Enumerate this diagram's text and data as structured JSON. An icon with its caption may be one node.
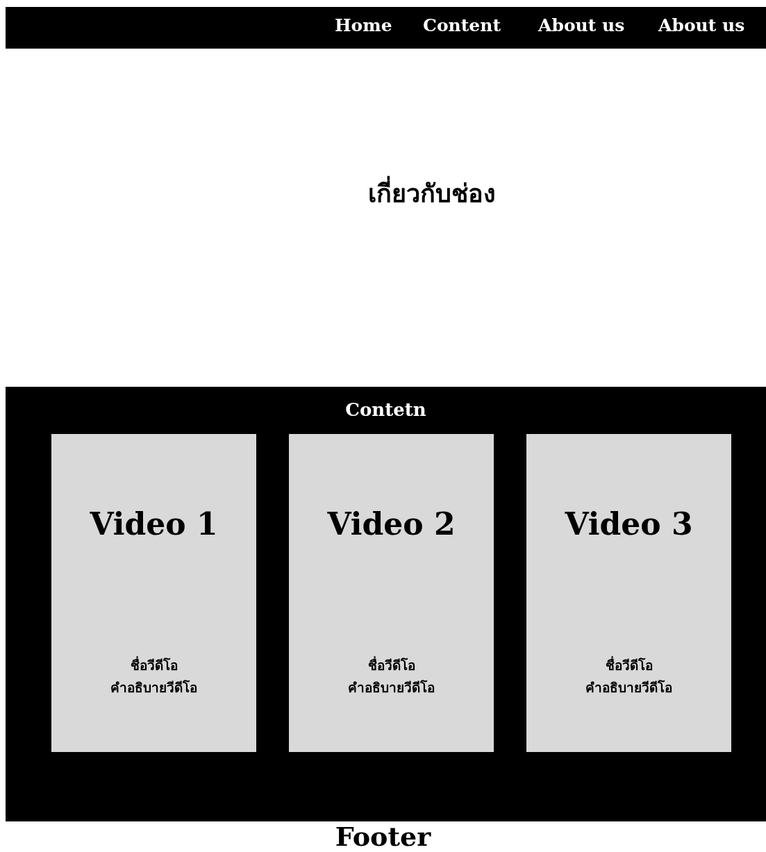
{
  "diagram": {
    "nodes": [
      {
        "text": [
          "Home",
          "Content",
          "About us",
          "About us"
        ]
      },
      {
        "text": [
          "Contetn"
        ]
      },
      {
        "text": [
          "Video 1",
          "ชื่อวีดีโอ",
          "คำอธิบายวีดีโอ"
        ],
        "in": 1
      },
      {
        "text": [
          "Video 2",
          "ชื่อวีดีโอ",
          "คำอธิบายวีดีโอ"
        ],
        "in": 1
      },
      {
        "text": [
          "Video 3",
          "ชื่อวีดีโอ",
          "คำอธิบายวีดีโอ"
        ],
        "in": 1
      }
    ],
    "edges": [],
    "labels": [
      "เกี่ยวกับช่อง",
      "Footer"
    ]
  }
}
